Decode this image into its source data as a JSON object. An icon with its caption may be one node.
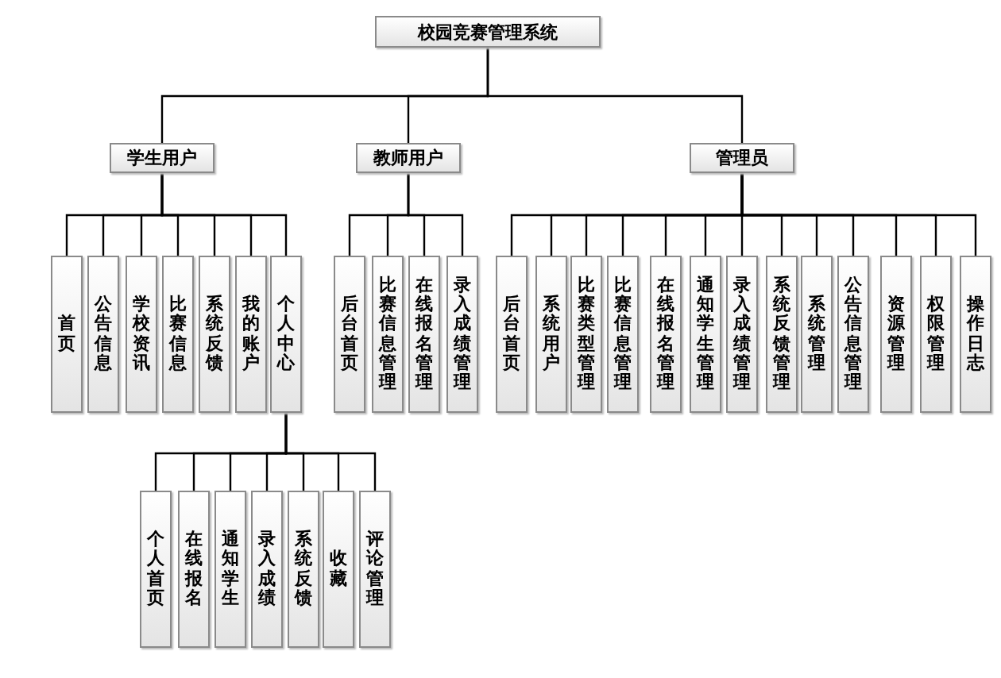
{
  "diagram": {
    "nodes": [
      {
        "text": [
          "校园竞赛管理系统"
        ]
      },
      {
        "text": [
          "学生用户"
        ]
      },
      {
        "text": [
          "教师用户"
        ]
      },
      {
        "text": [
          "管理员"
        ]
      },
      {
        "text": [
          "首页"
        ]
      },
      {
        "text": [
          "公告信息"
        ]
      },
      {
        "text": [
          "学校资讯"
        ]
      },
      {
        "text": [
          "比赛信息"
        ]
      },
      {
        "text": [
          "系统反馈"
        ]
      },
      {
        "text": [
          "我的账户"
        ]
      },
      {
        "text": [
          "个人中心"
        ]
      },
      {
        "text": [
          "后台首页"
        ]
      },
      {
        "text": [
          "比赛信息管理"
        ]
      },
      {
        "text": [
          "在线报名管理"
        ]
      },
      {
        "text": [
          "录入成绩管理"
        ]
      },
      {
        "text": [
          "后台首页"
        ]
      },
      {
        "text": [
          "系统用户"
        ]
      },
      {
        "text": [
          "比赛类型管理"
        ]
      },
      {
        "text": [
          "比赛信息管理"
        ]
      },
      {
        "text": [
          "在线报名管理"
        ]
      },
      {
        "text": [
          "通知学生管理"
        ]
      },
      {
        "text": [
          "录入成绩管理"
        ]
      },
      {
        "text": [
          "系统反馈管理"
        ]
      },
      {
        "text": [
          "系统管理"
        ]
      },
      {
        "text": [
          "公告信息管理"
        ]
      },
      {
        "text": [
          "资源管理"
        ]
      },
      {
        "text": [
          "权限管理"
        ]
      },
      {
        "text": [
          "操作日志"
        ]
      },
      {
        "text": [
          "个人首页"
        ]
      },
      {
        "text": [
          "在线报名"
        ]
      },
      {
        "text": [
          "通知学生"
        ]
      },
      {
        "text": [
          "录入成绩"
        ]
      },
      {
        "text": [
          "系统反馈"
        ]
      },
      {
        "text": [
          "收藏"
        ]
      },
      {
        "text": [
          "评论管理"
        ]
      }
    ],
    "edges": [
      {
        "from": 0,
        "to": 1,
        "arrow": "none"
      },
      {
        "from": 0,
        "to": 2,
        "arrow": "none"
      },
      {
        "from": 0,
        "to": 3,
        "arrow": "none"
      },
      {
        "from": 1,
        "to": 4,
        "arrow": "none"
      },
      {
        "from": 1,
        "to": 5,
        "arrow": "none"
      },
      {
        "from": 1,
        "to": 6,
        "arrow": "none"
      },
      {
        "from": 1,
        "to": 7,
        "arrow": "none"
      },
      {
        "from": 1,
        "to": 8,
        "arrow": "none"
      },
      {
        "from": 1,
        "to": 9,
        "arrow": "none"
      },
      {
        "from": 1,
        "to": 10,
        "arrow": "none"
      },
      {
        "from": 2,
        "to": 11,
        "arrow": "none"
      },
      {
        "from": 2,
        "to": 12,
        "arrow": "none"
      },
      {
        "from": 2,
        "to": 13,
        "arrow": "none"
      },
      {
        "from": 2,
        "to": 14,
        "arrow": "none"
      },
      {
        "from": 3,
        "to": 15,
        "arrow": "none"
      },
      {
        "from": 3,
        "to": 16,
        "arrow": "none"
      },
      {
        "from": 3,
        "to": 17,
        "arrow": "none"
      },
      {
        "from": 3,
        "to": 18,
        "arrow": "none"
      },
      {
        "from": 3,
        "to": 19,
        "arrow": "none"
      },
      {
        "from": 3,
        "to": 20,
        "arrow": "none"
      },
      {
        "from": 3,
        "to": 21,
        "arrow": "none"
      },
      {
        "from": 3,
        "to": 22,
        "arrow": "none"
      },
      {
        "from": 3,
        "to": 23,
        "arrow": "none"
      },
      {
        "from": 3,
        "to": 24,
        "arrow": "none"
      },
      {
        "from": 3,
        "to": 25,
        "arrow": "none"
      },
      {
        "from": 3,
        "to": 26,
        "arrow": "none"
      },
      {
        "from": 3,
        "to": 27,
        "arrow": "none"
      },
      {
        "from": 10,
        "to": 28,
        "arrow": "none"
      },
      {
        "from": 10,
        "to": 29,
        "arrow": "none"
      },
      {
        "from": 10,
        "to": 30,
        "arrow": "none"
      },
      {
        "from": 10,
        "to": 31,
        "arrow": "none"
      },
      {
        "from": 10,
        "to": 32,
        "arrow": "none"
      },
      {
        "from": 10,
        "to": 33,
        "arrow": "none"
      },
      {
        "from": 10,
        "to": 34,
        "arrow": "none"
      }
    ]
  }
}
